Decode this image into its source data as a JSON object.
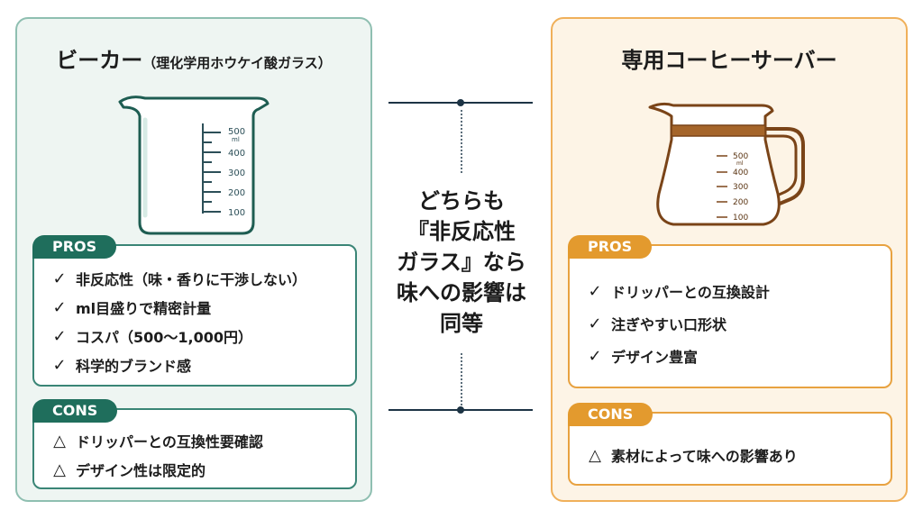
{
  "colors": {
    "left_accent": "#1f6e5c",
    "left_border": "#8fbfb1",
    "left_bg": "#eef5f2",
    "right_accent": "#e39a2e",
    "right_border": "#f0b05a",
    "right_bg": "#fdf4e6",
    "middle": "#1d3445"
  },
  "left": {
    "title": "ビーカー",
    "title_sub": "（理化学用ホウケイ酸ガラス）",
    "illustration": "beaker-icon",
    "scale": [
      "500",
      "ml",
      "400",
      "300",
      "200",
      "100"
    ],
    "pros_label": "PROS",
    "pros": [
      "非反応性（味・香りに干渉しない）",
      "ml目盛りで精密計量",
      "コスパ（500〜1,000円）",
      "科学的ブランド感"
    ],
    "cons_label": "CONS",
    "cons": [
      "ドリッパーとの互換性要確認",
      "デザイン性は限定的"
    ]
  },
  "right": {
    "title": "専用コーヒーサーバー",
    "illustration": "coffee-server-icon",
    "scale": [
      "500",
      "ml",
      "400",
      "300",
      "200",
      "100"
    ],
    "pros_label": "PROS",
    "pros": [
      "ドリッパーとの互換設計",
      "注ぎやすい口形状",
      "デザイン豊富"
    ],
    "cons_label": "CONS",
    "cons": [
      "素材によって味への影響あり"
    ]
  },
  "middle": {
    "lines": [
      "どちらも",
      "『非反応性",
      "ガラス』なら",
      "味への影響は",
      "同等"
    ]
  },
  "marks": {
    "check": "✓",
    "triangle": "△"
  }
}
